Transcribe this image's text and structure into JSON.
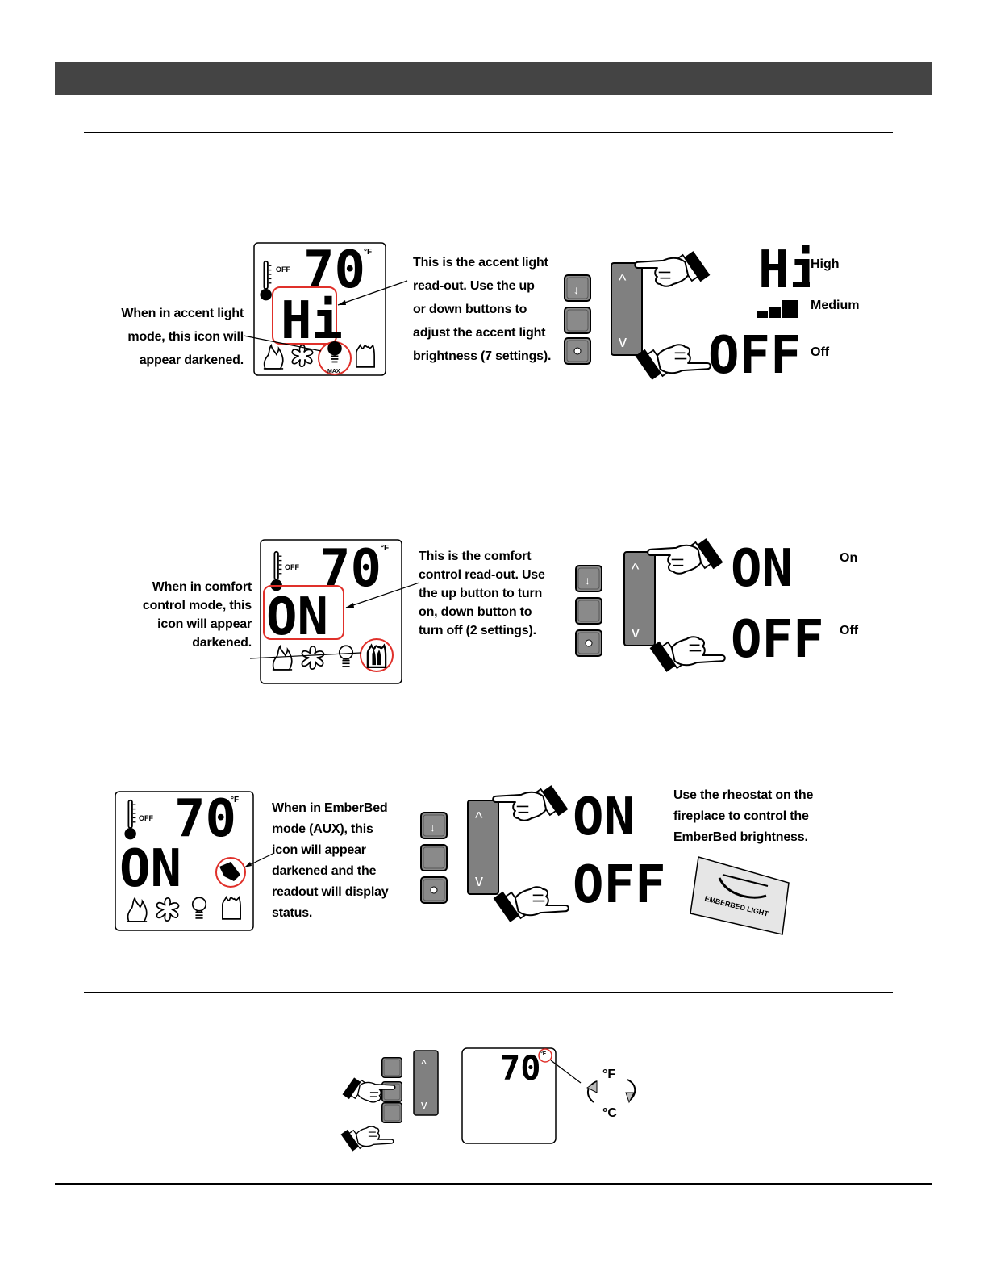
{
  "colors": {
    "header_bar": "#444444",
    "highlight_circle": "#e0302a",
    "button_face": "#8a8a8a",
    "panel_gray": "#808080"
  },
  "display": {
    "temperature": "70",
    "temp_unit": "°F",
    "temp_unit_small": "°F",
    "thermostat_status": "OFF",
    "max_label": "MAX"
  },
  "section_accent": {
    "readout": "Hi",
    "left_note": [
      "When in accent light",
      "mode, this icon will",
      "appear darkened."
    ],
    "middle_note": [
      "This is the accent light",
      "read-out.  Use the up",
      "or down buttons to",
      "adjust the accent light",
      "brightness (7 settings)."
    ],
    "levels": [
      {
        "label": "High",
        "display": "Hi"
      },
      {
        "label": "Medium",
        "display": "bars"
      },
      {
        "label": "Off",
        "display": "OFF"
      }
    ]
  },
  "section_comfort": {
    "readout": "ON",
    "left_note": [
      "When in comfort",
      "control mode, this",
      "icon will appear",
      "darkened."
    ],
    "middle_note": [
      "This is the comfort",
      "control read-out.  Use",
      "the up button to turn",
      "on, down button to",
      "turn off (2 settings)."
    ],
    "states": [
      {
        "label": "On",
        "display": "ON"
      },
      {
        "label": "Off",
        "display": "OFF"
      }
    ]
  },
  "section_emberbed": {
    "readout": "ON",
    "note": [
      "When in EmberBed",
      "mode (AUX), this",
      "icon will appear",
      "darkened and the",
      "readout will display",
      "status."
    ],
    "states": [
      "ON",
      "OFF"
    ],
    "rheostat_note": [
      "Use the rheostat on the",
      "fireplace to control the",
      "EmberBed brightness."
    ],
    "rheostat_label": "EMBERBED LIGHT"
  },
  "section_units": {
    "unit_f": "°F",
    "unit_c": "°C"
  },
  "icons": [
    "flame-icon",
    "fan-icon",
    "bulb-icon",
    "comfort-icon",
    "aux-icon",
    "thermometer-icon",
    "hand-pointer-icon",
    "up-arrow-icon",
    "down-arrow-icon"
  ]
}
